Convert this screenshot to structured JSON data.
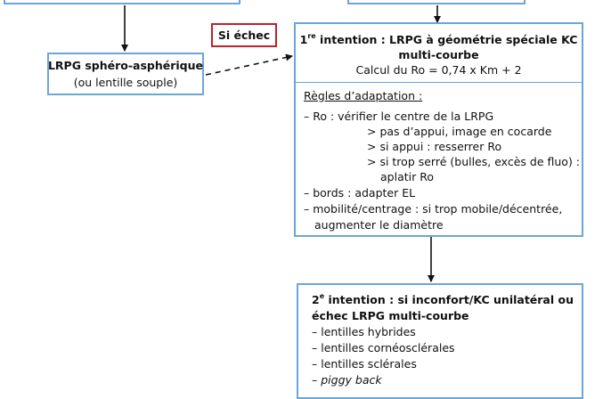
{
  "echec_label": "Si échec",
  "spherical": {
    "line1": "LRPG sphéro-asphérique",
    "line2": "(ou lentille souple)"
  },
  "first": {
    "rank": "1",
    "sup": "re",
    "title_a": " intention : LRPG à géométrie spéciale KC",
    "title_b": "multi-courbe",
    "formula": "Calcul du Ro = 0,74 x Km + 2",
    "rules_title": "Règles d’adaptation :",
    "lines": [
      "– Ro : vérifier le centre de la LRPG",
      "> pas d’appui, image en cocarde",
      "> si appui : resserrer Ro",
      "> si trop serré (bulles, excès de fluo) :",
      "aplatir Ro",
      "– bords : adapter EL",
      "– mobilité/centrage : si trop mobile/décentrée,",
      "augmenter le diamètre"
    ]
  },
  "second": {
    "rank": "2",
    "sup": "e",
    "title_a": " intention : si inconfort/KC unilatéral ou",
    "title_b": "échec LRPG multi-courbe",
    "items": [
      "– lentilles hybrides",
      "– lentilles cornéosclérales",
      "– lentilles sclérales",
      "piggy back"
    ],
    "piggy_dash": "– "
  }
}
